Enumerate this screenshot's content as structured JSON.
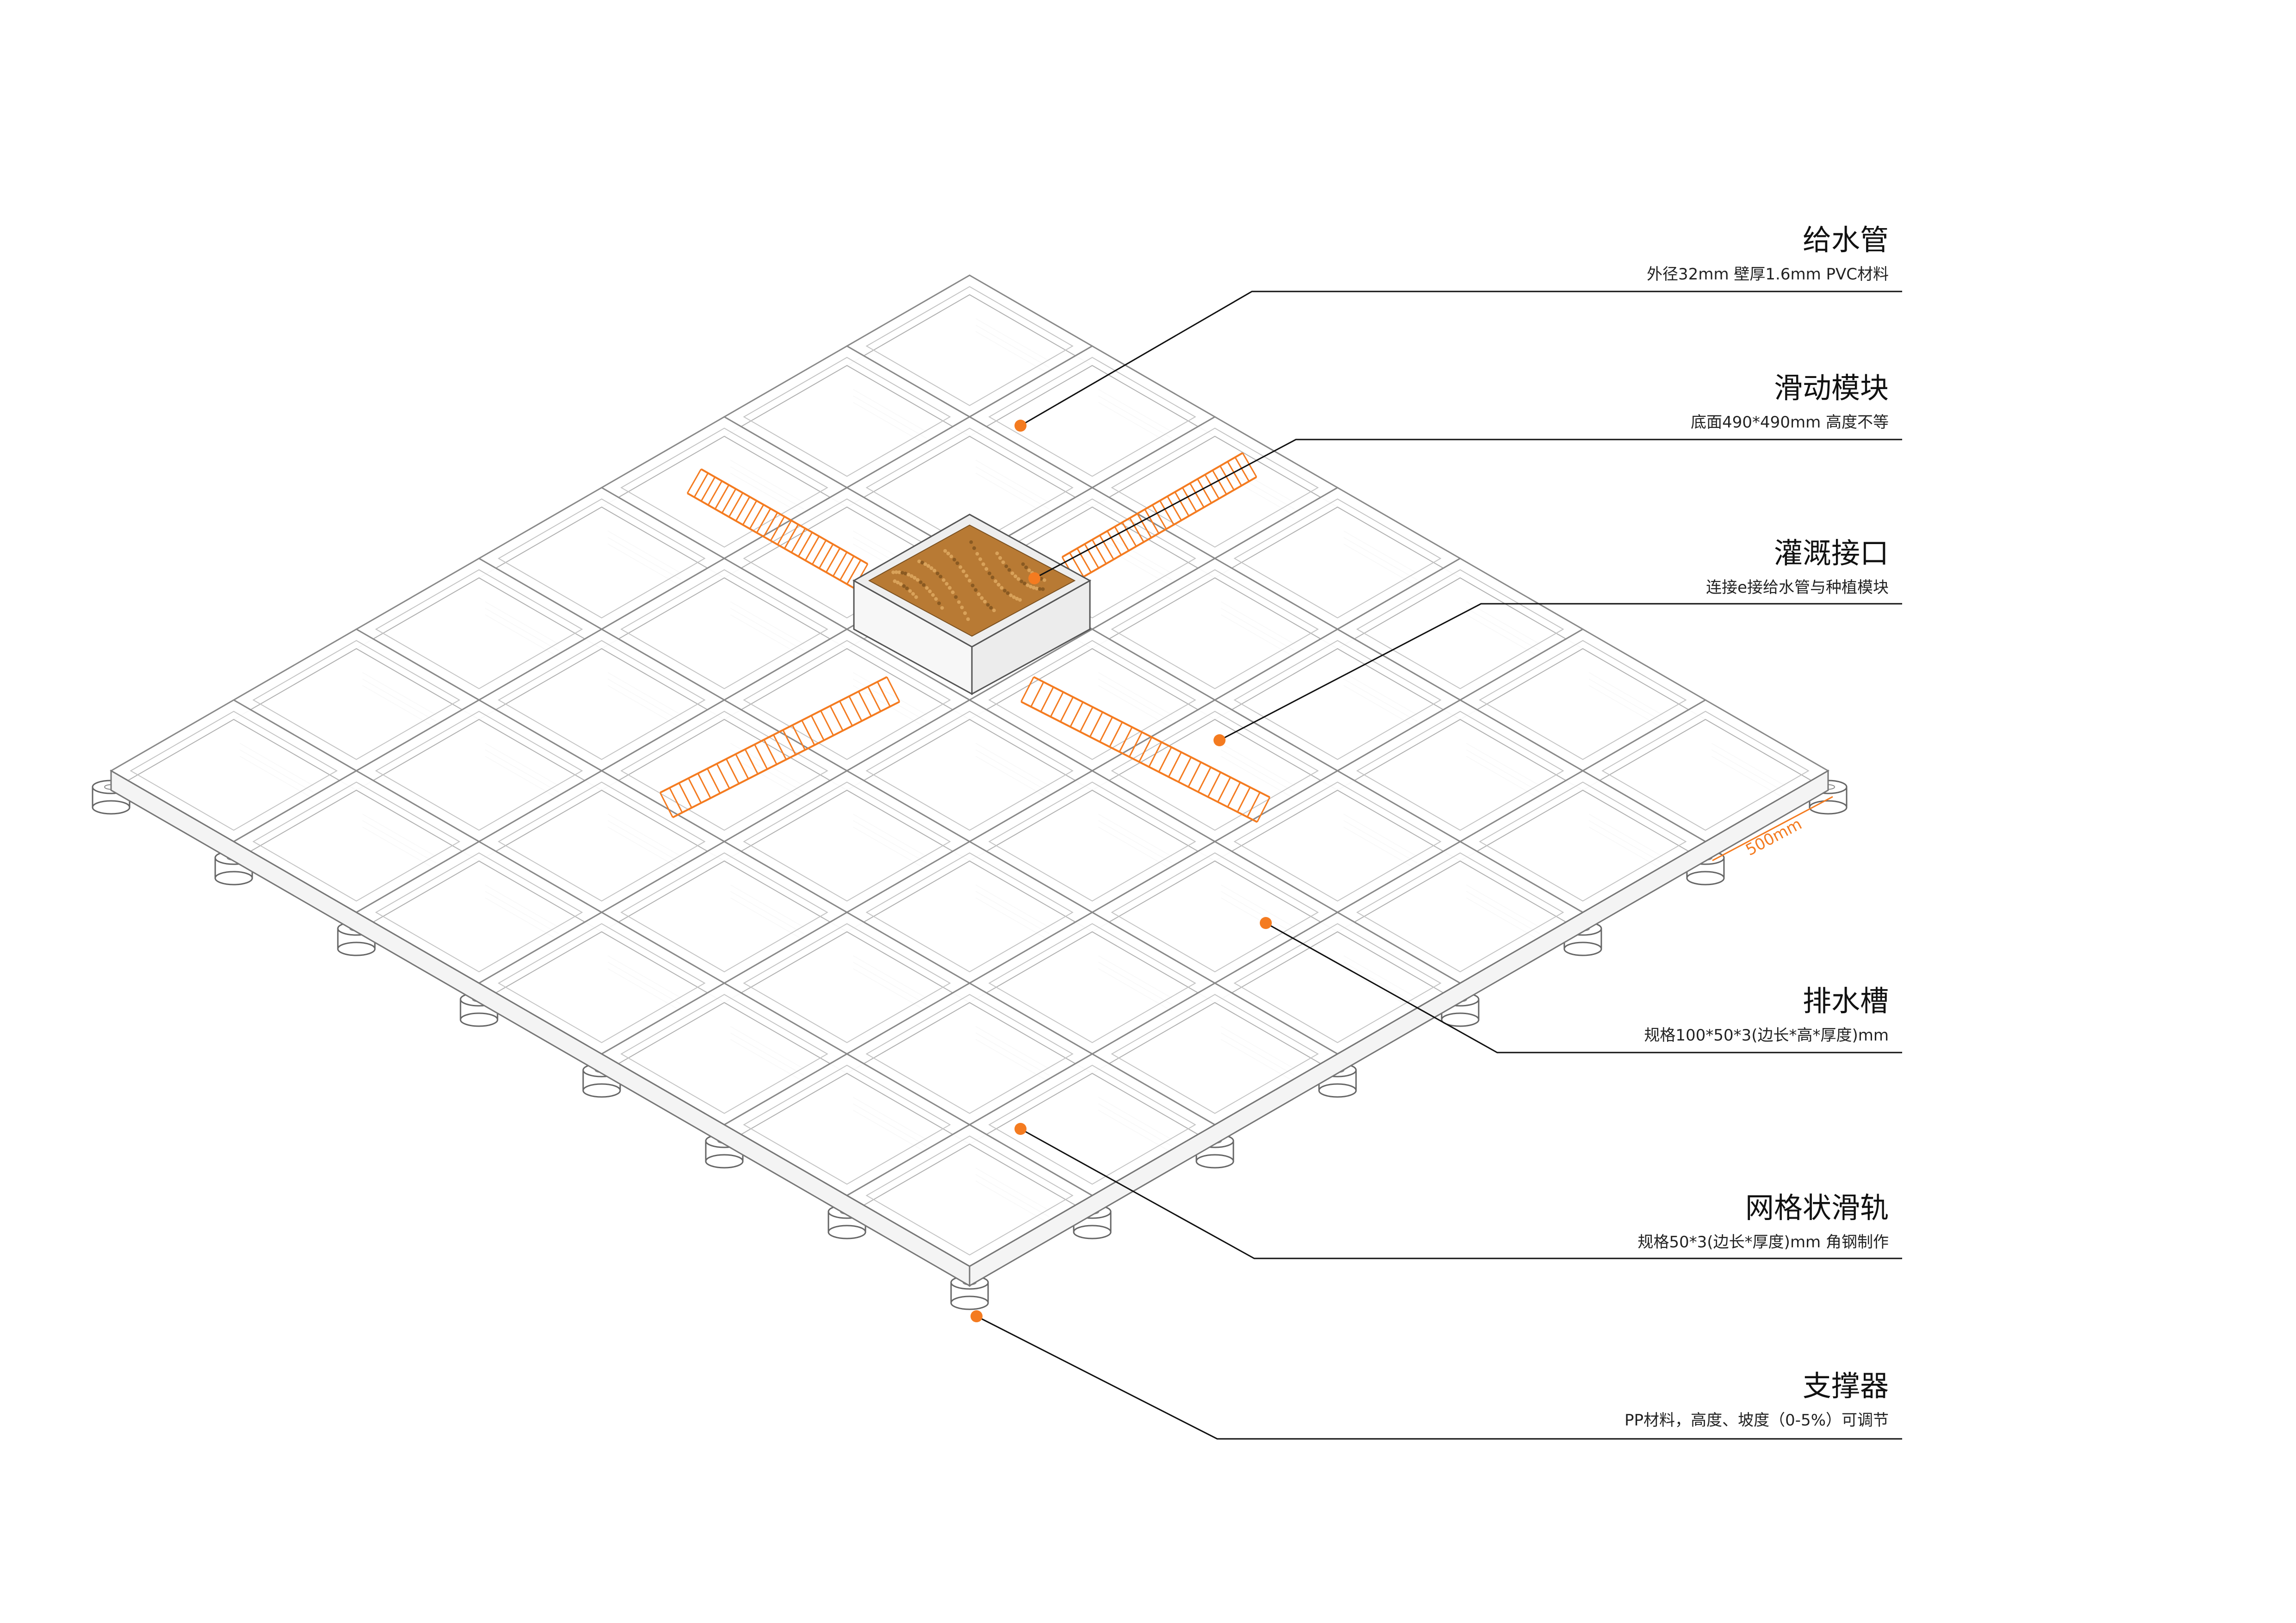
{
  "callouts": [
    {
      "title": "给水管",
      "spec": "外径32mm 壁厚1.6mm  PVC材料"
    },
    {
      "title": "滑动模块",
      "spec": "底面490*490mm 高度不等"
    },
    {
      "title": "灌溉接口",
      "spec": "连接e接给水管与种植模块"
    },
    {
      "title": "排水槽",
      "spec": "规格100*50*3(边长*高*厚度)mm"
    },
    {
      "title": "网格状滑轨",
      "spec": "规格50*3(边长*厚度)mm 角钢制作"
    },
    {
      "title": "支撑器",
      "spec": "PP材料，高度、坡度（0-5%）可调节"
    }
  ],
  "dimension": {
    "label": "500mm"
  },
  "grid": {
    "rows": 7,
    "cols": 7
  },
  "colors": {
    "accent": "#f47b20",
    "frame": "#8a8a8a",
    "soil": "#b87a34",
    "leader": "#111111"
  },
  "icons": {
    "marker": "orange-dot-icon"
  }
}
